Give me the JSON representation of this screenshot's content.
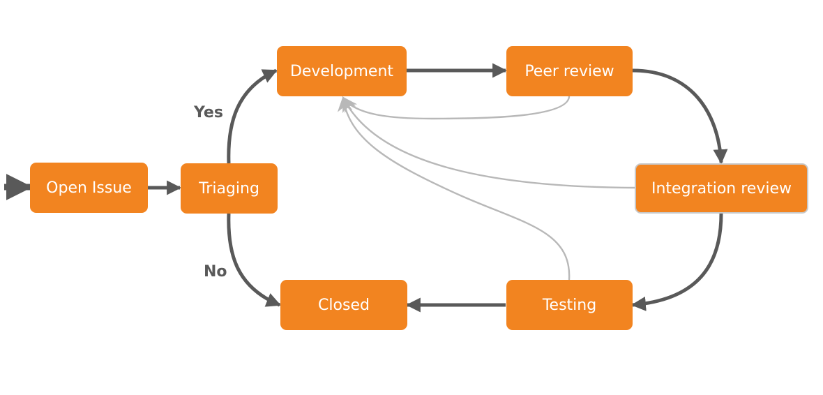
{
  "colors": {
    "node_fill": "#f28420",
    "main_edge": "#595959",
    "return_edge": "#b8b8b8",
    "label_text": "#595959",
    "node_text": "#ffffff"
  },
  "nodes": {
    "open_issue": "Open Issue",
    "triaging": "Triaging",
    "development": "Development",
    "peer_review": "Peer review",
    "integration_review": "Integration review",
    "testing": "Testing",
    "closed": "Closed"
  },
  "edge_labels": {
    "yes": "Yes",
    "no": "No"
  }
}
